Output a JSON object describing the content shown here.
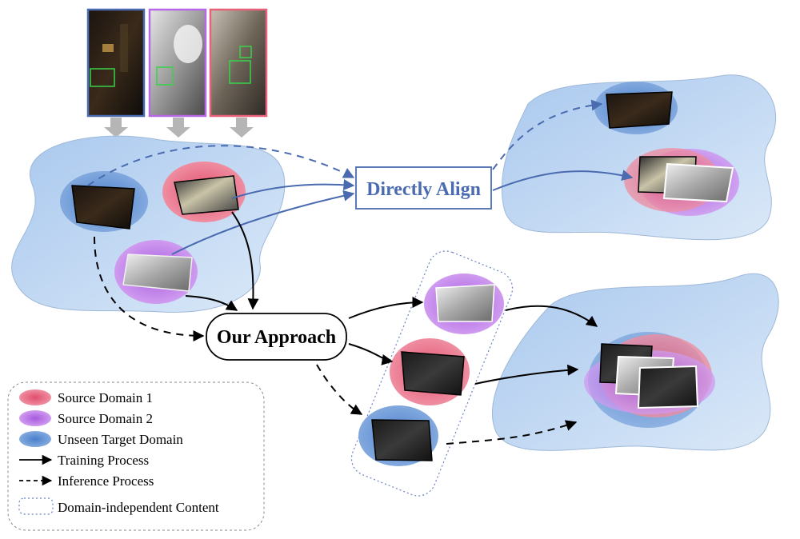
{
  "diagram": {
    "directly_align_label": "Directly Align",
    "our_approach_label": "Our Approach"
  },
  "legend": {
    "items": [
      {
        "label": "Source Domain 1",
        "kind": "ellipse",
        "color": "#e8607a"
      },
      {
        "label": "Source Domain 2",
        "kind": "ellipse",
        "color": "#b768e6"
      },
      {
        "label": "Unseen Target Domain",
        "kind": "ellipse",
        "color": "#5f8fd0"
      },
      {
        "label": "Training Process",
        "kind": "solid-arrow"
      },
      {
        "label": "Inference Process",
        "kind": "dashed-arrow"
      },
      {
        "label": "Domain-independent Content",
        "kind": "dotted-box"
      }
    ]
  },
  "colors": {
    "source1": "#e8607a",
    "source2": "#b768e6",
    "target": "#5f8fd0",
    "manifold_fill": "#bcd6f2",
    "align_blue": "#4a6bb0",
    "arrow_black": "#000000"
  }
}
